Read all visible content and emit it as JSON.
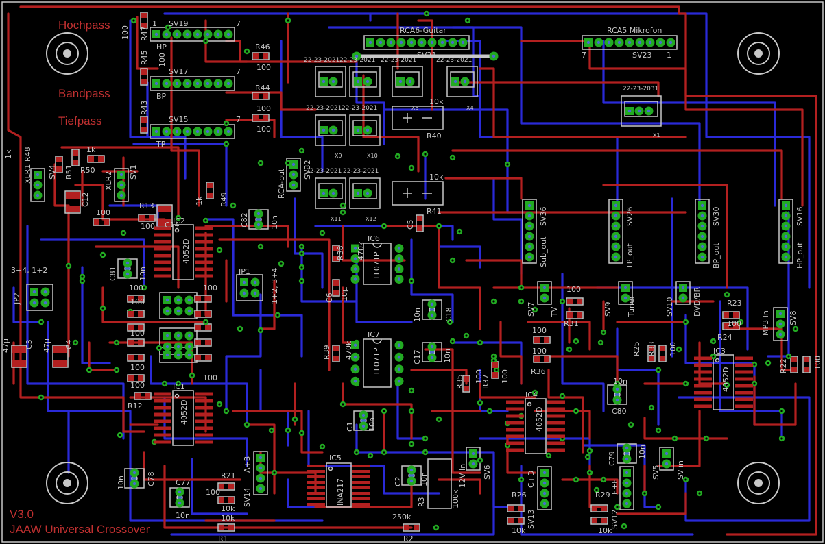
{
  "board": {
    "version": "V3.0",
    "name": "JAAW Universal Crossover",
    "colors": {
      "background": "#000000",
      "top_copper": "#b22222",
      "bottom_copper": "#2222cc",
      "pad": "#22aa22",
      "silk": "#c8c8c8",
      "title": "#c03030"
    }
  },
  "section_labels": {
    "hochpass": "Hochpass",
    "bandpass": "Bandpass",
    "tiefpass": "Tiefpass"
  },
  "headers": {
    "rca6": "RCA6-Guitar",
    "rca5": "RCA5 Mikrofon",
    "sv19": "SV19",
    "sv17": "SV17",
    "sv15": "SV15",
    "sv21": "SV21",
    "sv23": "SV23",
    "hp": "HP",
    "bp": "BP",
    "tp": "TP",
    "seven": "7",
    "one": "1"
  },
  "terminals": {
    "code": "22-23-2021",
    "code_x1": "22-23-2031",
    "x1": "X1",
    "x4": "X4",
    "x5": "X5",
    "x9": "X9",
    "x10": "X10",
    "x11": "X11",
    "x12": "X12"
  },
  "pots": {
    "r40": "R40",
    "r41": "R41",
    "val": "10k"
  },
  "ics": {
    "ic1": "IC1",
    "ic2": "IC2",
    "ic3": "IC3",
    "ic4": "IC4",
    "ic5": "IC5",
    "ic6": "IC6",
    "ic7": "IC7",
    "d4052": "4052D",
    "tl071": "TL071P",
    "ina": "INA217"
  },
  "outputs": {
    "sv36": "SV36",
    "sv26": "SV26",
    "sv30": "SV30",
    "sv16": "SV16",
    "sub": "Sub_out",
    "tp": "TP_out",
    "bp": "BP_out",
    "hp": "HP_out"
  },
  "inputs": {
    "sv7": "SV7",
    "sv9": "SV9",
    "sv10": "SV10",
    "sv8": "SV8",
    "tv": "TV",
    "tuner": "Tuner",
    "dvd": "DVD/BR",
    "mp3": "MP3 In",
    "xlr1": "XLR1",
    "xlr2": "XLR2",
    "sv4": "SV4",
    "sv1": "SV1",
    "sv5": "SV5",
    "sv_in": "SV in",
    "sv6": "SV6",
    "in12": "12V In",
    "rca_out": "RCA-out",
    "sv32": "SV32"
  },
  "jumpers": {
    "jp1": "JP1",
    "jp2": "JP2",
    "j12": "1+2, 3+4",
    "j34": "3+4, 1+2",
    "sv14": "SV14",
    "sv13": "SV13",
    "sv12": "SV12",
    "ab": "A+B",
    "cd": "C+D",
    "ef": "E+F"
  },
  "caps": {
    "c1": "C1",
    "c2": "C2",
    "c3": "C3",
    "c4": "C4",
    "c5": "C5",
    "c6": "C6",
    "c12": "C12",
    "c14": "C14",
    "c17": "C17",
    "c18": "C18",
    "c77": "C77",
    "c78": "C78",
    "c79": "C79",
    "c80": "C80",
    "c81": "C81",
    "c82": "C82",
    "n10": "10n",
    "u47": "47µ",
    "u10": "10µ"
  },
  "resistors": {
    "r1": "R1",
    "r2": "R2",
    "r3": "R3",
    "r12": "R12",
    "r13": "R13",
    "r21": "R21",
    "r22": "R22",
    "r23": "R23",
    "r24": "R24",
    "r25": "R25",
    "r26": "R26",
    "r29": "R29",
    "r31": "R31",
    "r33": "R33",
    "r35": "R35",
    "r36": "R36",
    "r37": "R37",
    "r38": "R38",
    "r39": "R39",
    "r43": "R43",
    "r44": "R44",
    "r45": "R45",
    "r46": "R46",
    "r47": "R47",
    "r48": "R48",
    "r49": "R49",
    "r50": "R50",
    "r51": "R51",
    "v100": "100",
    "v1k": "1k",
    "v10k": "10k",
    "v470k": "470k",
    "v250k": "250k",
    "v100k": "100k",
    "v100r": "100Ω"
  }
}
